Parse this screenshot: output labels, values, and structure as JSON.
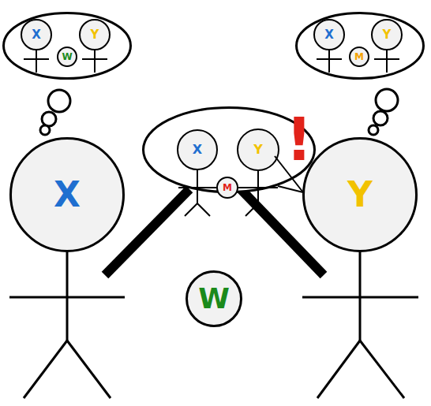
{
  "diagram": {
    "nodes": [
      {
        "text": []
      },
      {
        "text": [
          "X"
        ],
        "in": 0
      },
      {
        "text": [
          "Y"
        ],
        "in": 0
      },
      {
        "text": [
          "W"
        ],
        "in": 0
      },
      {
        "text": []
      },
      {
        "text": [
          "X"
        ],
        "in": 4
      },
      {
        "text": [
          "Y"
        ],
        "in": 4
      },
      {
        "text": [
          "M"
        ],
        "in": 4
      },
      {
        "text": []
      },
      {
        "text": [
          "X"
        ],
        "in": 8
      },
      {
        "text": [
          "Y"
        ],
        "in": 8
      },
      {
        "text": [
          "M"
        ],
        "in": 8
      },
      {
        "text": [
          "X"
        ]
      },
      {
        "text": [
          "Y"
        ]
      },
      {
        "text": [
          "W"
        ]
      }
    ],
    "labels": [
      "!"
    ]
  }
}
